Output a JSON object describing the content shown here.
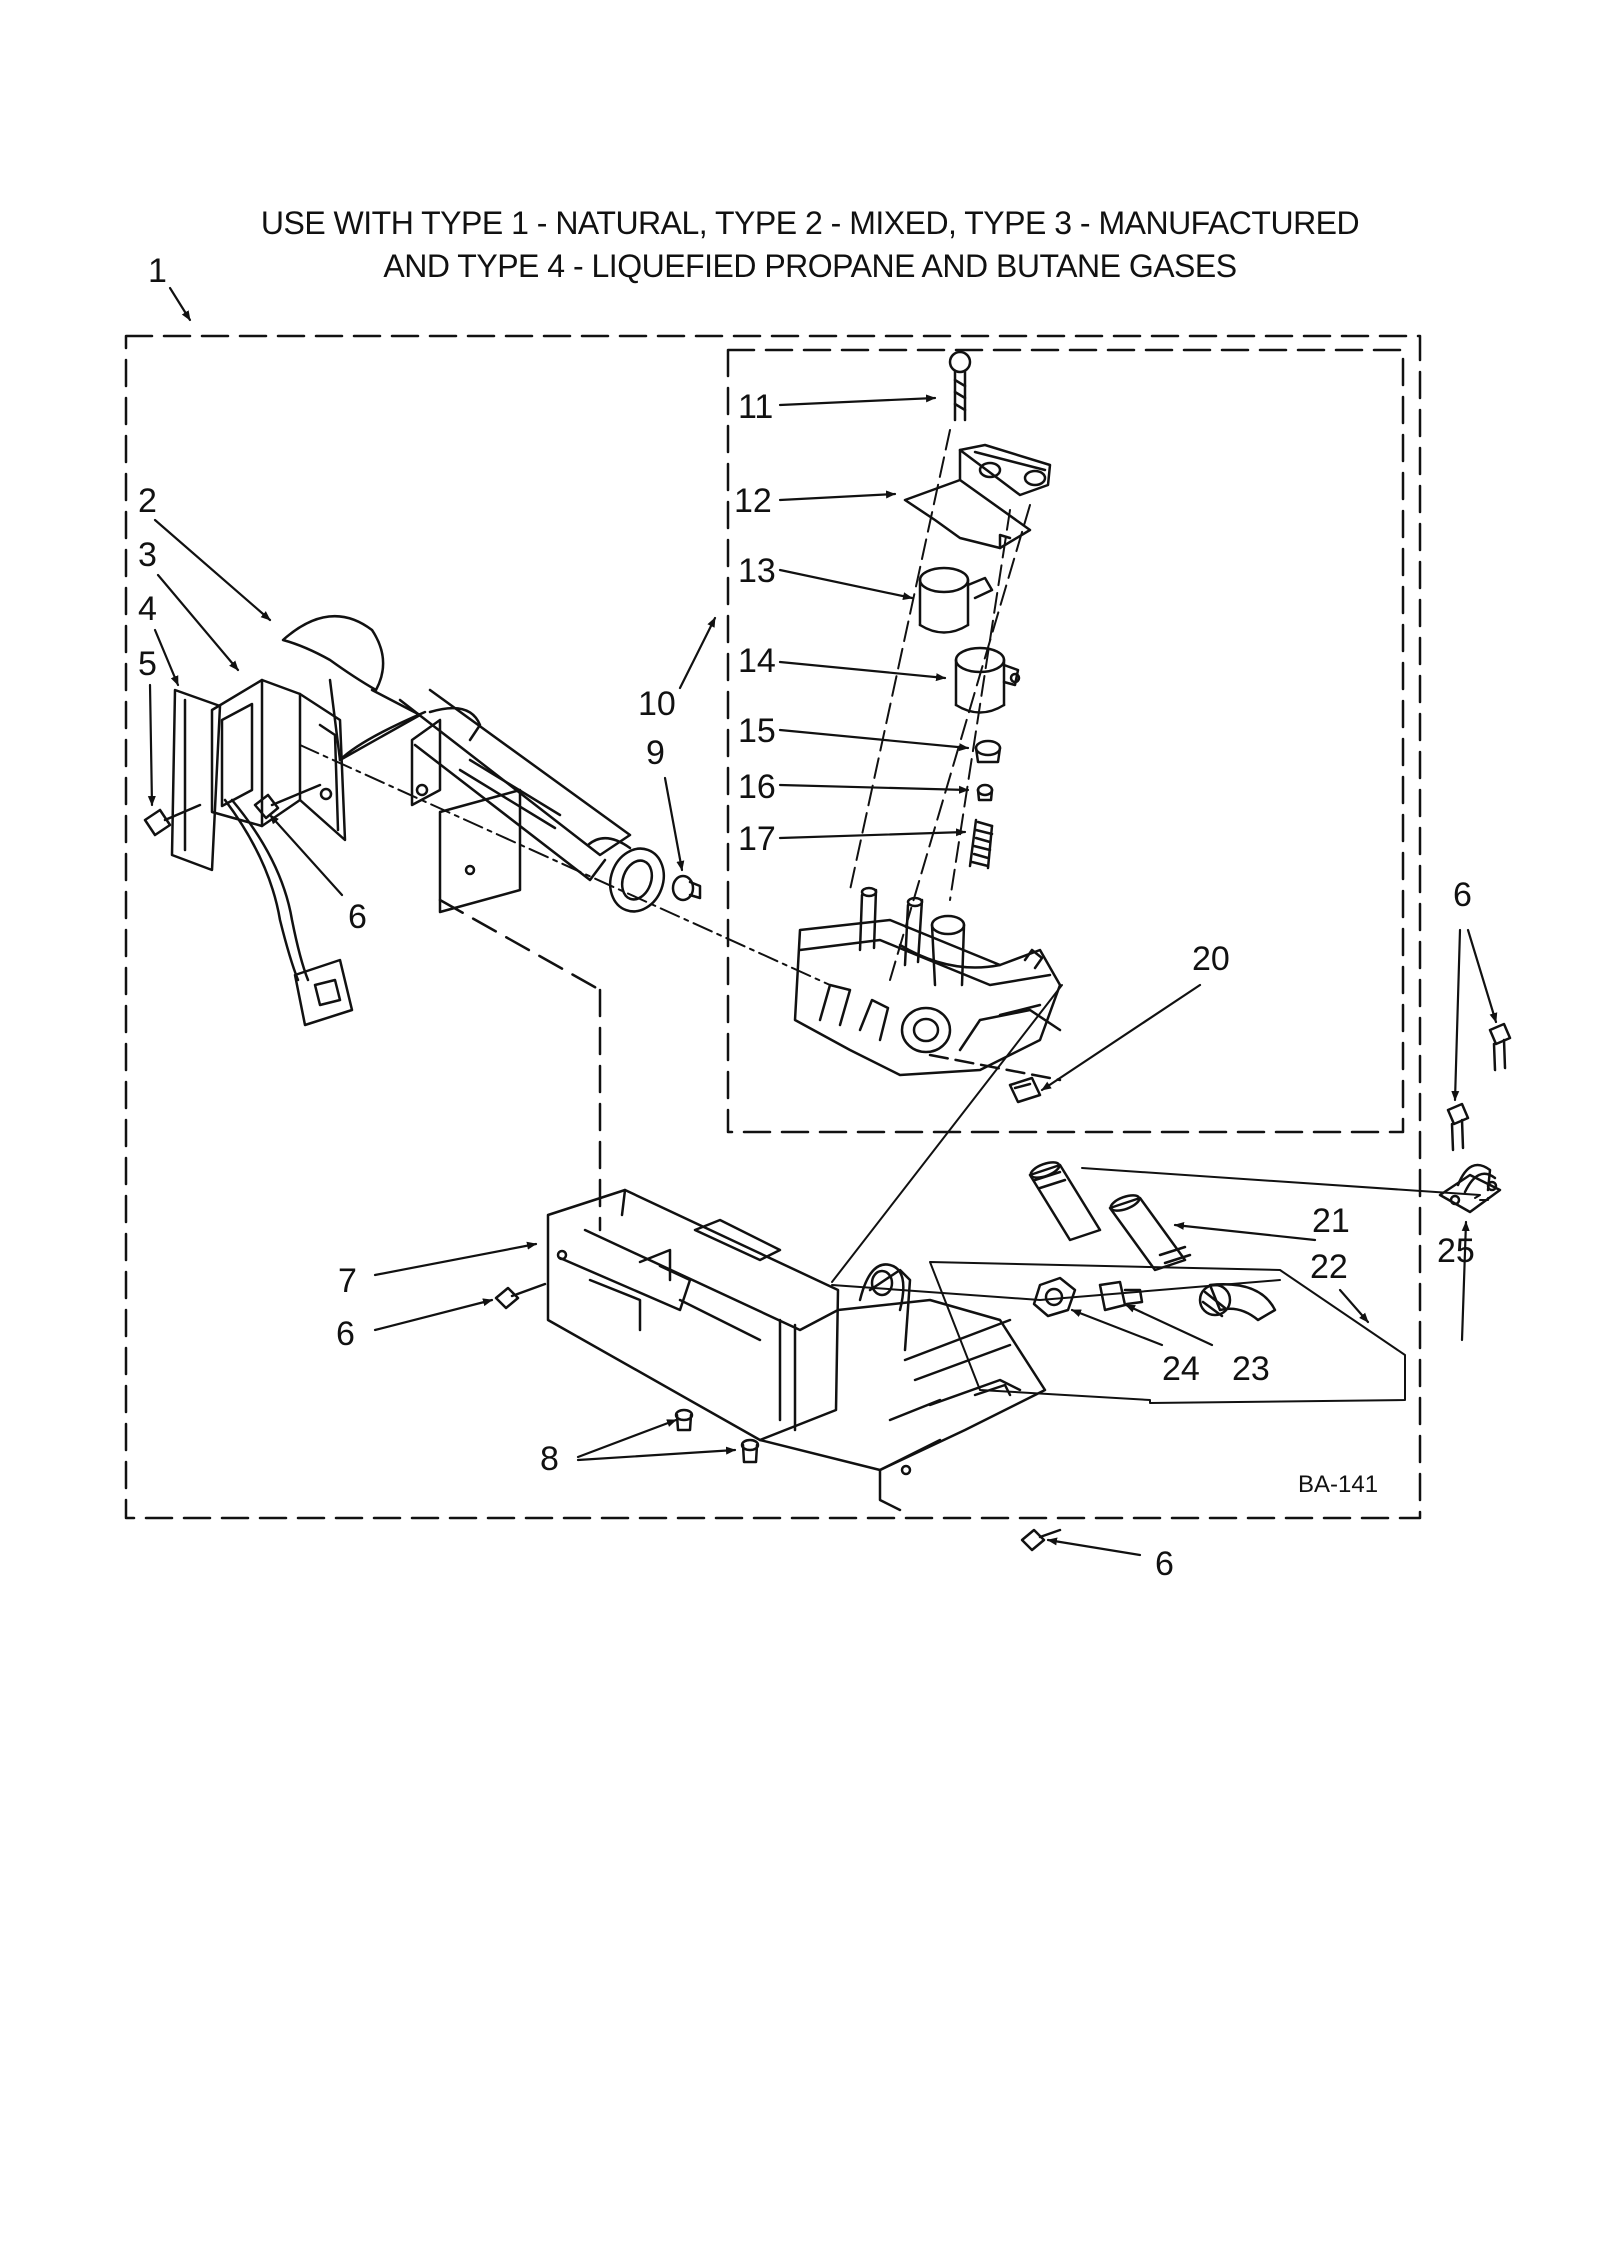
{
  "header": {
    "line1": "USE WITH TYPE 1 - NATURAL, TYPE 2 - MIXED, TYPE 3 - MANUFACTURED",
    "line2": "AND TYPE 4 - LIQUEFIED PROPANE AND BUTANE GASES"
  },
  "reference_code": "BA-141",
  "callouts": {
    "c1": "1",
    "c2": "2",
    "c3": "3",
    "c4": "4",
    "c5": "5",
    "c6a": "6",
    "c6b": "6",
    "c6c": "6",
    "c6d": "6",
    "c7": "7",
    "c8": "8",
    "c9": "9",
    "c10": "10",
    "c11": "11",
    "c12": "12",
    "c13": "13",
    "c14": "14",
    "c15": "15",
    "c16": "16",
    "c17": "17",
    "c20": "20",
    "c21": "21",
    "c22": "22",
    "c23": "23",
    "c24": "24",
    "c25": "25"
  }
}
